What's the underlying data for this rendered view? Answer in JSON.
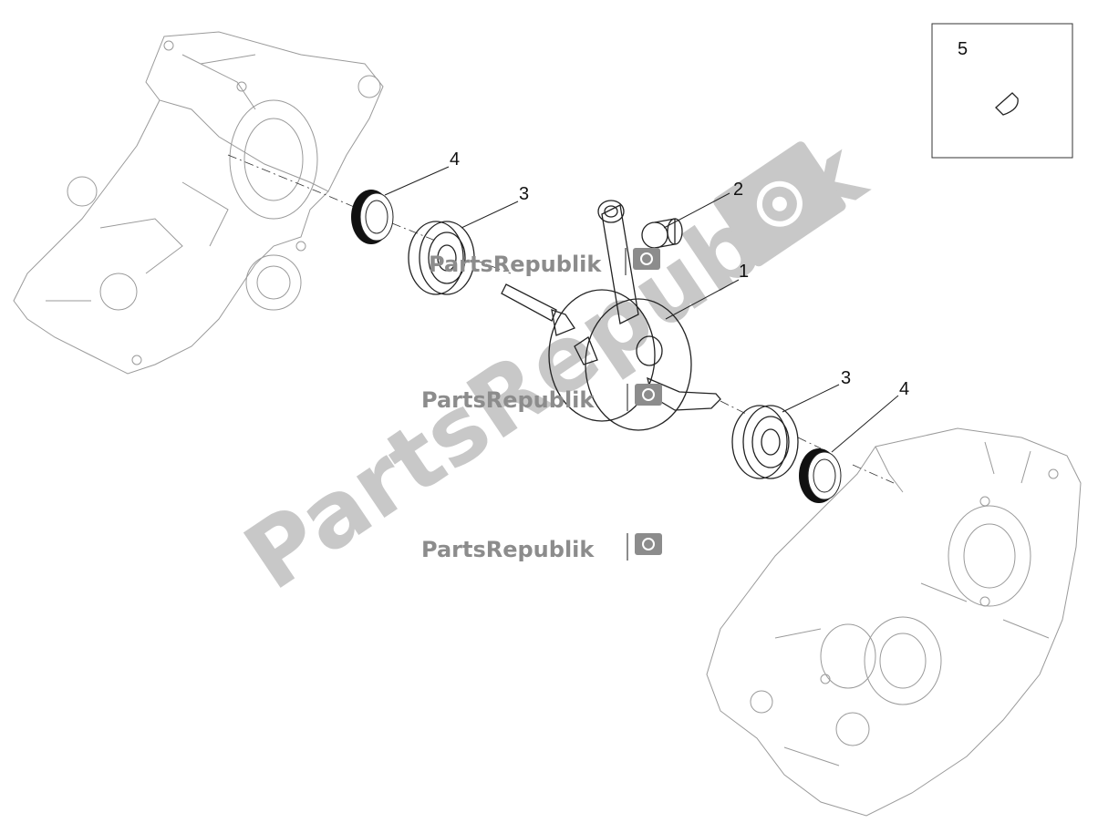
{
  "diagram": {
    "callouts": [
      {
        "id": "callout-1",
        "label": "1",
        "part": "crankshaft"
      },
      {
        "id": "callout-2",
        "label": "2",
        "part": "roller-cage"
      },
      {
        "id": "callout-3a",
        "label": "3",
        "part": "main-bearing-left"
      },
      {
        "id": "callout-3b",
        "label": "3",
        "part": "main-bearing-right"
      },
      {
        "id": "callout-4a",
        "label": "4",
        "part": "oil-seal-left"
      },
      {
        "id": "callout-4b",
        "label": "4",
        "part": "oil-seal-right"
      },
      {
        "id": "callout-5",
        "label": "5",
        "part": "woodruff-key"
      }
    ]
  },
  "watermark": {
    "text": "PartsRepublik",
    "icon": "gear-flag-icon",
    "colors": {
      "small": "#8c8c8c",
      "large": "#c8c8c8"
    }
  },
  "colors": {
    "line": "#222222",
    "ghost": "#9a9a9a",
    "seal": "#111111"
  }
}
